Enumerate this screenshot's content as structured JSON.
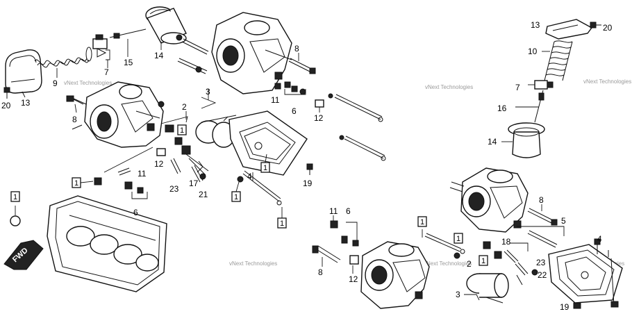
{
  "watermark": "vNext Technologies",
  "fwd_label": "FWD",
  "labels": {
    "l1": "1",
    "l2": "2",
    "l3": "3",
    "l4": "4",
    "l5": "5",
    "l6": "6",
    "l7": "7",
    "l8": "8",
    "l9": "9",
    "l10": "10",
    "l11": "11",
    "l12": "12",
    "l13": "13",
    "l14": "14",
    "l15": "15",
    "l16": "16",
    "l17": "17",
    "l18": "18",
    "l19": "19",
    "l20": "20",
    "l21": "21",
    "l22": "22",
    "l23": "23"
  }
}
